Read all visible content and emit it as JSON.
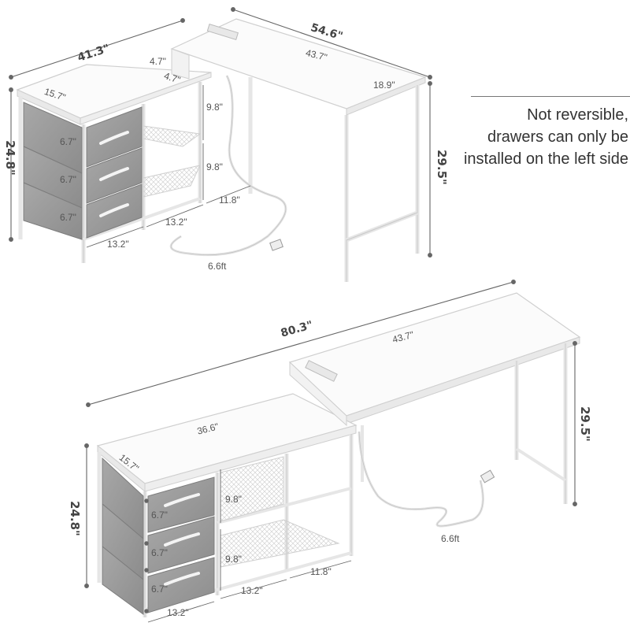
{
  "note": {
    "lines": [
      "Not reversible,",
      "drawers can only be",
      "installed on the left side"
    ]
  },
  "colors": {
    "frame": "#f2f2f2",
    "frame_edge": "#cfcfcf",
    "top": "#fafafa",
    "drawer": "#9a9a9a",
    "drawer_light": "#b8b8b8",
    "dimension_line": "#666666",
    "dim_text": "#555555"
  },
  "top_diagram": {
    "dims": {
      "width_cabinet": "41.3\"",
      "width_total": "54.6\"",
      "desk_inner": "43.7\"",
      "desk_depth": "18.9\"",
      "riser_h": "4.7\"",
      "riser_w": "4.7\"",
      "cab_depth": "15.7\"",
      "drawer1": "6.7\"",
      "drawer2": "6.7\"",
      "drawer3": "6.7\"",
      "shelf1": "9.8\"",
      "shelf2": "9.8\"",
      "shelf_w": "11.8\"",
      "height_left": "24.8\"",
      "height_right": "29.5\"",
      "drawer_w": "13.2\"",
      "mid_w": "13.2\"",
      "cord": "6.6ft"
    }
  },
  "bottom_diagram": {
    "dims": {
      "total_width": "80.3\"",
      "desk_width": "43.7\"",
      "cab_top": "36.6\"",
      "cab_depth": "15.7\"",
      "height_left": "24.8\"",
      "height_right": "29.5\"",
      "drawer1": "6.7\"",
      "drawer2": "6.7\"",
      "drawer3": "6.7\"",
      "shelf1": "9.8\"",
      "shelf2": "9.8\"",
      "drawer_w": "13.2\"",
      "mid_w": "13.2\"",
      "shelf_w": "11.8\"",
      "cord": "6.6ft"
    }
  }
}
